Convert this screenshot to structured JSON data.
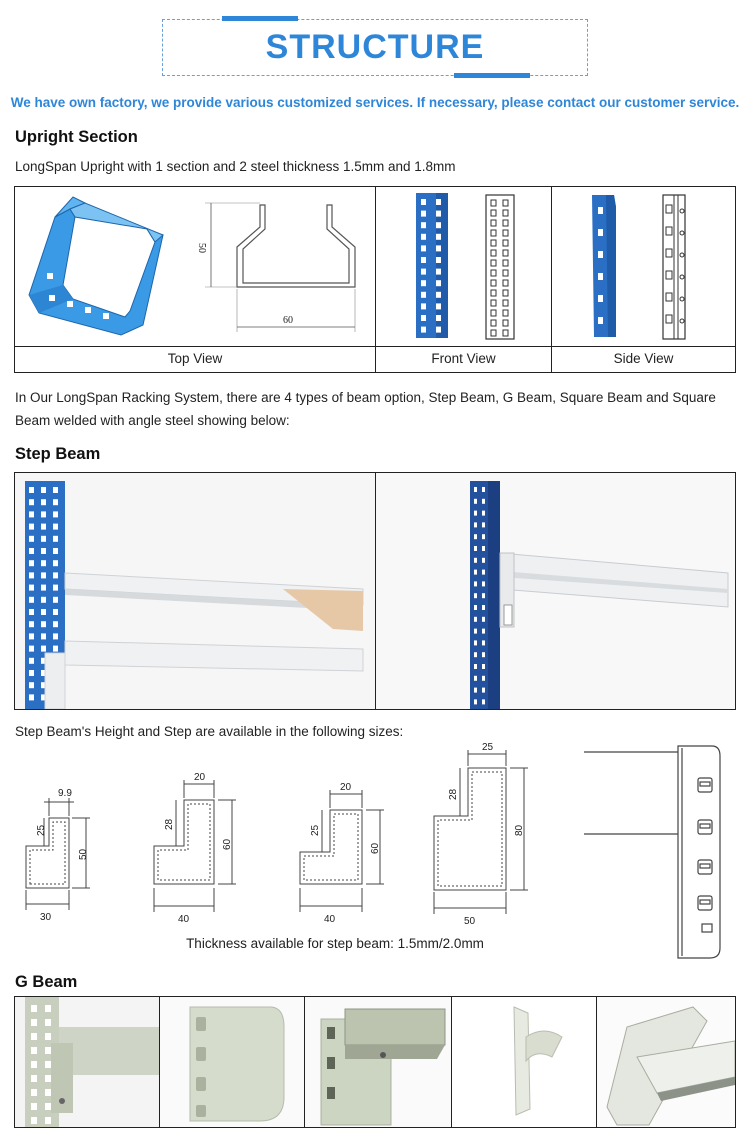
{
  "header": {
    "title": "STRUCTURE",
    "tagline": "We have own factory, we provide various customized services. If necessary, please contact our customer service."
  },
  "upright": {
    "heading": "Upright Section",
    "description": "LongSpan Upright with 1 section and 2 steel thickness 1.5mm and 1.8mm",
    "captions": [
      "Top View",
      "Front View",
      "Side View"
    ],
    "dims": {
      "height": "50",
      "width": "60"
    }
  },
  "beam_intro": "In Our LongSpan Racking System, there are 4 types of beam option, Step Beam, G Beam, Square Beam and Square Beam welded with angle steel showing below:",
  "step_beam": {
    "heading": "Step Beam",
    "sizes_intro": "Step Beam's Height and Step are available in the following sizes:",
    "profiles": [
      {
        "top": "9.9",
        "step": "25",
        "height": "50",
        "width": "30"
      },
      {
        "top": "20",
        "step": "28",
        "height": "60",
        "width": "40"
      },
      {
        "top": "20",
        "step": "25",
        "height": "60",
        "width": "40"
      },
      {
        "top": "25",
        "step": "28",
        "height": "80",
        "width": "50"
      }
    ],
    "thickness": "Thickness available for step beam: 1.5mm/2.0mm"
  },
  "g_beam": {
    "heading": "G Beam"
  },
  "colors": {
    "accent": "#2e86d8",
    "upright_blue": "#2a6fc4",
    "beam_white": "#eef0f2"
  }
}
